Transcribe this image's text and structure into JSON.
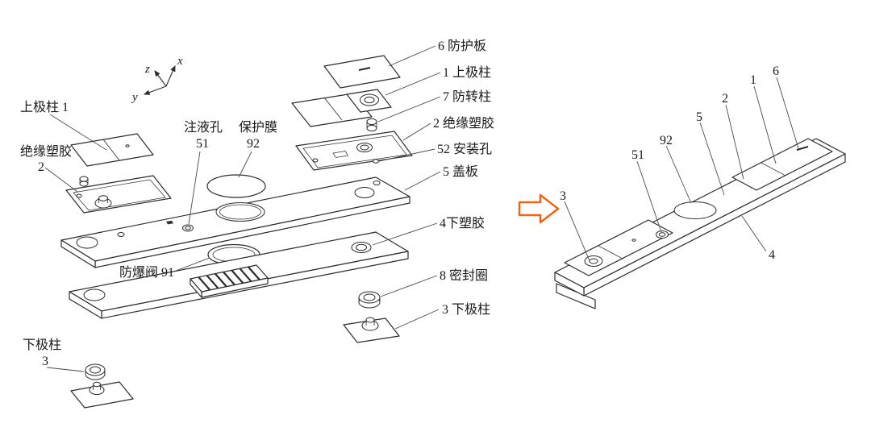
{
  "figure": {
    "colors": {
      "background": "#ffffff",
      "line": "#2b2b2b",
      "label": "#1a1a1a",
      "arrow": "#f0620f"
    },
    "axes": {
      "x": "x",
      "y": "y",
      "z": "z"
    },
    "exploded": {
      "part_labels": [
        {
          "text": "上极柱 1"
        },
        {
          "text": "绝缘塑胶"
        },
        {
          "text": "2"
        },
        {
          "text": "注液孔"
        },
        {
          "text": "51"
        },
        {
          "text": "保护膜"
        },
        {
          "text": "92"
        },
        {
          "text": "防爆阀 91"
        },
        {
          "text": "下极柱"
        },
        {
          "text": "3"
        }
      ],
      "callouts": [
        {
          "text": "6 防护板"
        },
        {
          "text": "1 上极柱"
        },
        {
          "text": "7 防转柱"
        },
        {
          "text": "2 绝缘塑胶"
        },
        {
          "text": "52 安装孔"
        },
        {
          "text": "5 盖板"
        },
        {
          "text": "4下塑胶"
        },
        {
          "text": "8 密封圈"
        },
        {
          "text": "3 下极柱"
        }
      ]
    },
    "assembled": {
      "callouts": [
        {
          "text": "3"
        },
        {
          "text": "51"
        },
        {
          "text": "92"
        },
        {
          "text": "5"
        },
        {
          "text": "2"
        },
        {
          "text": "1"
        },
        {
          "text": "6"
        },
        {
          "text": "4"
        }
      ]
    }
  }
}
